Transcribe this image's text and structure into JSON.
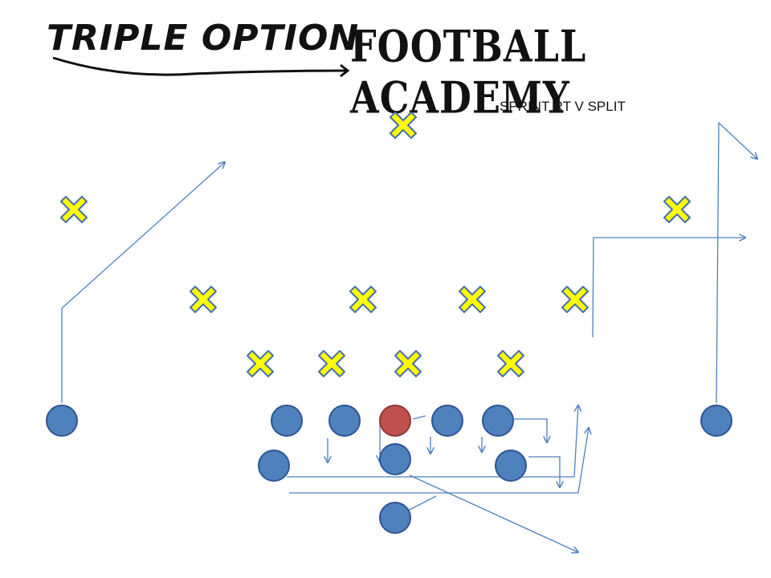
{
  "brand": {
    "left_text": "TRIPLE OPTION",
    "right_text": "FOOTBALL ACADEMY"
  },
  "play_name": "SPRINT RT V SPLIT",
  "colors": {
    "offense": "#4f81bd",
    "offense_stroke": "#2e5597",
    "center": "#c0504d",
    "center_stroke": "#8c3836",
    "defense": "#ffff00",
    "defense_stroke": "#4a6fa8",
    "route": "#4f81bd"
  },
  "icons": {
    "defender": "yellow-x-icon",
    "offensive_player": "blue-circle-icon",
    "center": "red-circle-icon",
    "arrow": "arrowhead-icon"
  }
}
